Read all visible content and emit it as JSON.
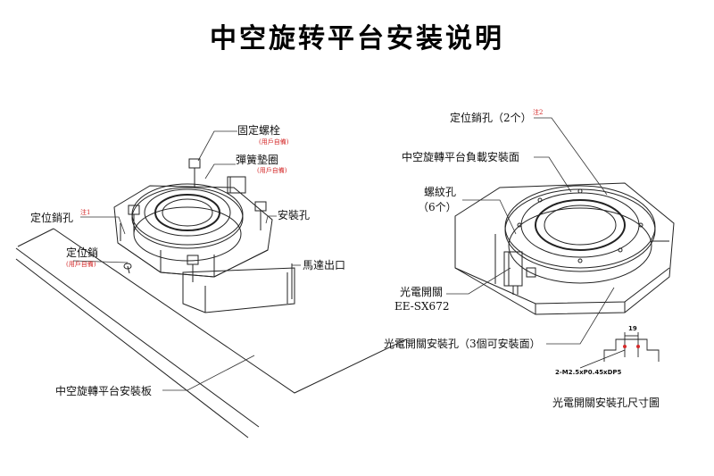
{
  "title": "中空旋转平台安装说明",
  "left": {
    "fixed_bolt": "固定螺栓",
    "fixed_bolt_note": "(用戶自備)",
    "spring_washer": "彈簧墊圈",
    "spring_washer_note": "(用戶自備)",
    "mount_hole": "安裝孔",
    "locating_pin_hole": "定位銷孔",
    "locating_pin_hole_note": "注1",
    "locating_pin": "定位銷",
    "locating_pin_note": "(用戶自備)",
    "motor_outlet": "馬達出口",
    "mount_plate": "中空旋轉平台安裝板"
  },
  "right": {
    "locating_pin_hole": "定位銷孔（2个）",
    "locating_pin_hole_note": "注2",
    "load_surface": "中空旋轉平台負載安裝面",
    "thread_hole": "螺紋孔",
    "thread_hole_count": "（6个）",
    "sensor": "光電開關",
    "sensor_model": "EE-SX672",
    "sensor_mount_hole": "光電開關安裝孔（3個可安裝面）",
    "dim_value": "19",
    "thread_spec": "2-M2.5xP0.45xDP5",
    "dim_drawing_title": "光電開關安裝孔尺寸圖"
  }
}
